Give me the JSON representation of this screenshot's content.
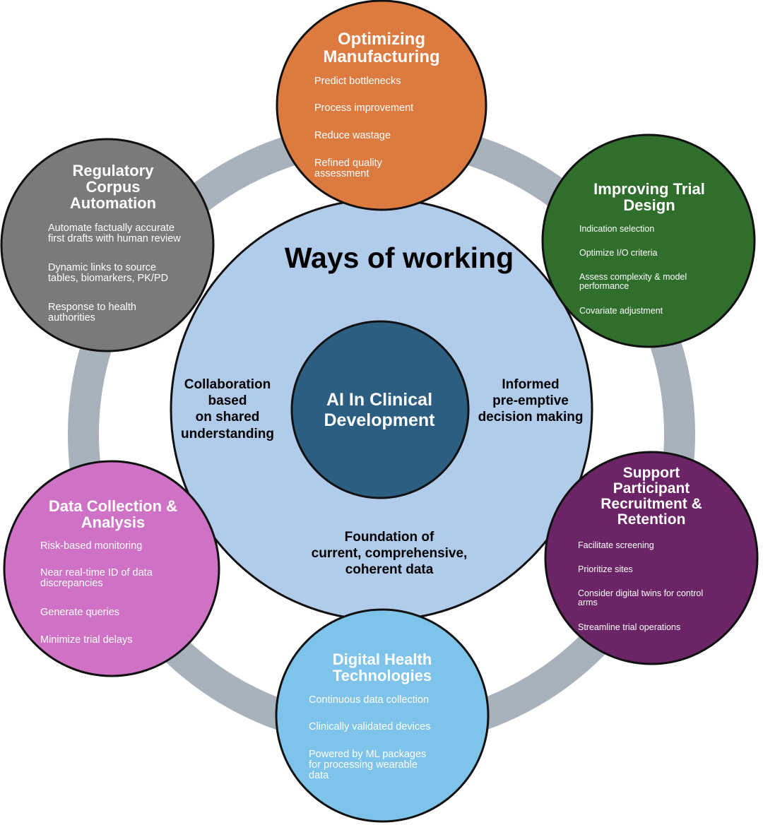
{
  "ways_of_working": {
    "title": "Ways of working",
    "left_text": [
      "Collaboration",
      "based",
      "on shared",
      "understanding"
    ],
    "right_text": [
      "Informed",
      "pre-emptive",
      "decision making"
    ],
    "bottom_text": [
      "Foundation of",
      "current, comprehensive,",
      "coherent data"
    ]
  },
  "center": {
    "title": [
      "AI In Clinical",
      "Development"
    ],
    "color": "#2b5e80"
  },
  "ring": {
    "fill": "#b0ccea",
    "connector_color": "#a8b2bd"
  },
  "nodes": [
    {
      "id": "manufacturing",
      "title": [
        "Optimizing",
        "Manufacturing"
      ],
      "items": [
        [
          "Predict bottlenecks"
        ],
        [
          "Process improvement"
        ],
        [
          "Reduce wastage"
        ],
        [
          "Refined quality",
          "assessment"
        ]
      ],
      "color": "#dc7a40"
    },
    {
      "id": "trial-design",
      "title": [
        "Improving Trial",
        "Design"
      ],
      "items": [
        [
          "Indication selection"
        ],
        [
          "Optimize I/O criteria"
        ],
        [
          "Assess complexity & model",
          "performance"
        ],
        [
          "Covariate adjustment"
        ]
      ],
      "color": "#2f6e2b"
    },
    {
      "id": "participant",
      "title": [
        "Support",
        "Participant",
        "Recruitment &",
        "Retention"
      ],
      "items": [
        [
          "Facilitate screening"
        ],
        [
          "Prioritize sites"
        ],
        [
          "Consider digital twins for control",
          "arms"
        ],
        [
          "Streamline trial operations"
        ]
      ],
      "color": "#6b2466"
    },
    {
      "id": "digital-health",
      "title": [
        "Digital Health",
        "Technologies"
      ],
      "items": [
        [
          "Continuous data collection"
        ],
        [
          "Clinically validated devices"
        ],
        [
          "Powered by ML packages",
          "for processing wearable",
          "data"
        ]
      ],
      "color": "#7dc3ea"
    },
    {
      "id": "data-collection",
      "title": [
        "Data Collection &",
        "Analysis"
      ],
      "items": [
        [
          "Risk-based monitoring"
        ],
        [
          "Near real-time ID of data",
          "discrepancies"
        ],
        [
          "Generate queries"
        ],
        [
          "Minimize trial delays"
        ]
      ],
      "color": "#cf72c6"
    },
    {
      "id": "regulatory",
      "title": [
        "Regulatory",
        "Corpus",
        "Automation"
      ],
      "items": [
        [
          "Automate factually accurate",
          "first drafts with human review"
        ],
        [
          "Dynamic links to source",
          "tables, biomarkers, PK/PD"
        ],
        [
          "Response to health",
          "authorities"
        ]
      ],
      "color": "#7a7a7a"
    }
  ]
}
